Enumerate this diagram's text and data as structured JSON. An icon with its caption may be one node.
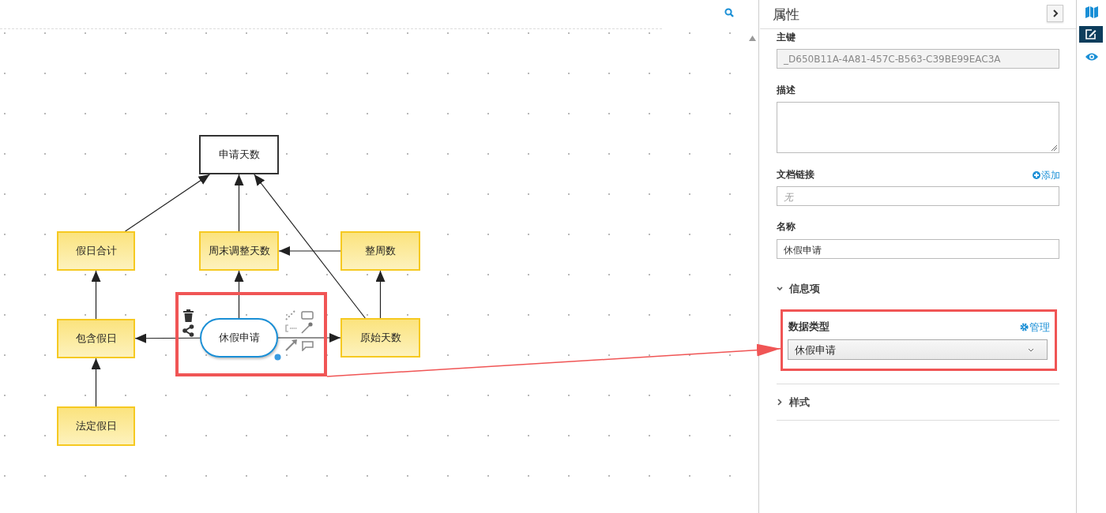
{
  "diagram": {
    "nodes": [
      {
        "text": [
          "申请天数"
        ]
      },
      {
        "text": [
          "假日合计"
        ]
      },
      {
        "text": [
          "周末调整天数"
        ]
      },
      {
        "text": [
          "整周数"
        ]
      },
      {
        "text": [
          "包含假日"
        ]
      },
      {
        "text": [],
        "shape": "box"
      },
      {
        "text": [
          "休假申请"
        ],
        "in": 5
      },
      {
        "text": [
          "原始天数"
        ]
      },
      {
        "text": [
          "法定假日"
        ]
      },
      {
        "text": [
          "数据类型",
          "管理",
          "休假申请"
        ]
      }
    ],
    "edges": [
      {
        "from": 1,
        "to": 0,
        "arrow": "to"
      },
      {
        "from": 2,
        "to": 0,
        "arrow": "to"
      },
      {
        "from": 7,
        "to": 0,
        "arrow": "to"
      },
      {
        "from": 3,
        "to": 2,
        "arrow": "to"
      },
      {
        "from": 6,
        "to": 2,
        "arrow": "to"
      },
      {
        "from": 6,
        "to": 4,
        "arrow": "to"
      },
      {
        "from": 6,
        "to": 7,
        "arrow": "to"
      },
      {
        "from": 7,
        "to": 3,
        "arrow": "to"
      },
      {
        "from": 4,
        "to": 1,
        "arrow": "to"
      },
      {
        "from": 8,
        "to": 4,
        "arrow": "to"
      },
      {
        "from": 5,
        "to": 9,
        "arrow": "to",
        "color": "#f05555"
      }
    ],
    "labels": [
      "属性",
      "主键",
      "_D650B11A-4A81-457C-B563-C39BE99EAC3A",
      "描述",
      "文档链接",
      "添加",
      "无",
      "名称",
      "休假申请",
      "信息项",
      "样式"
    ]
  }
}
